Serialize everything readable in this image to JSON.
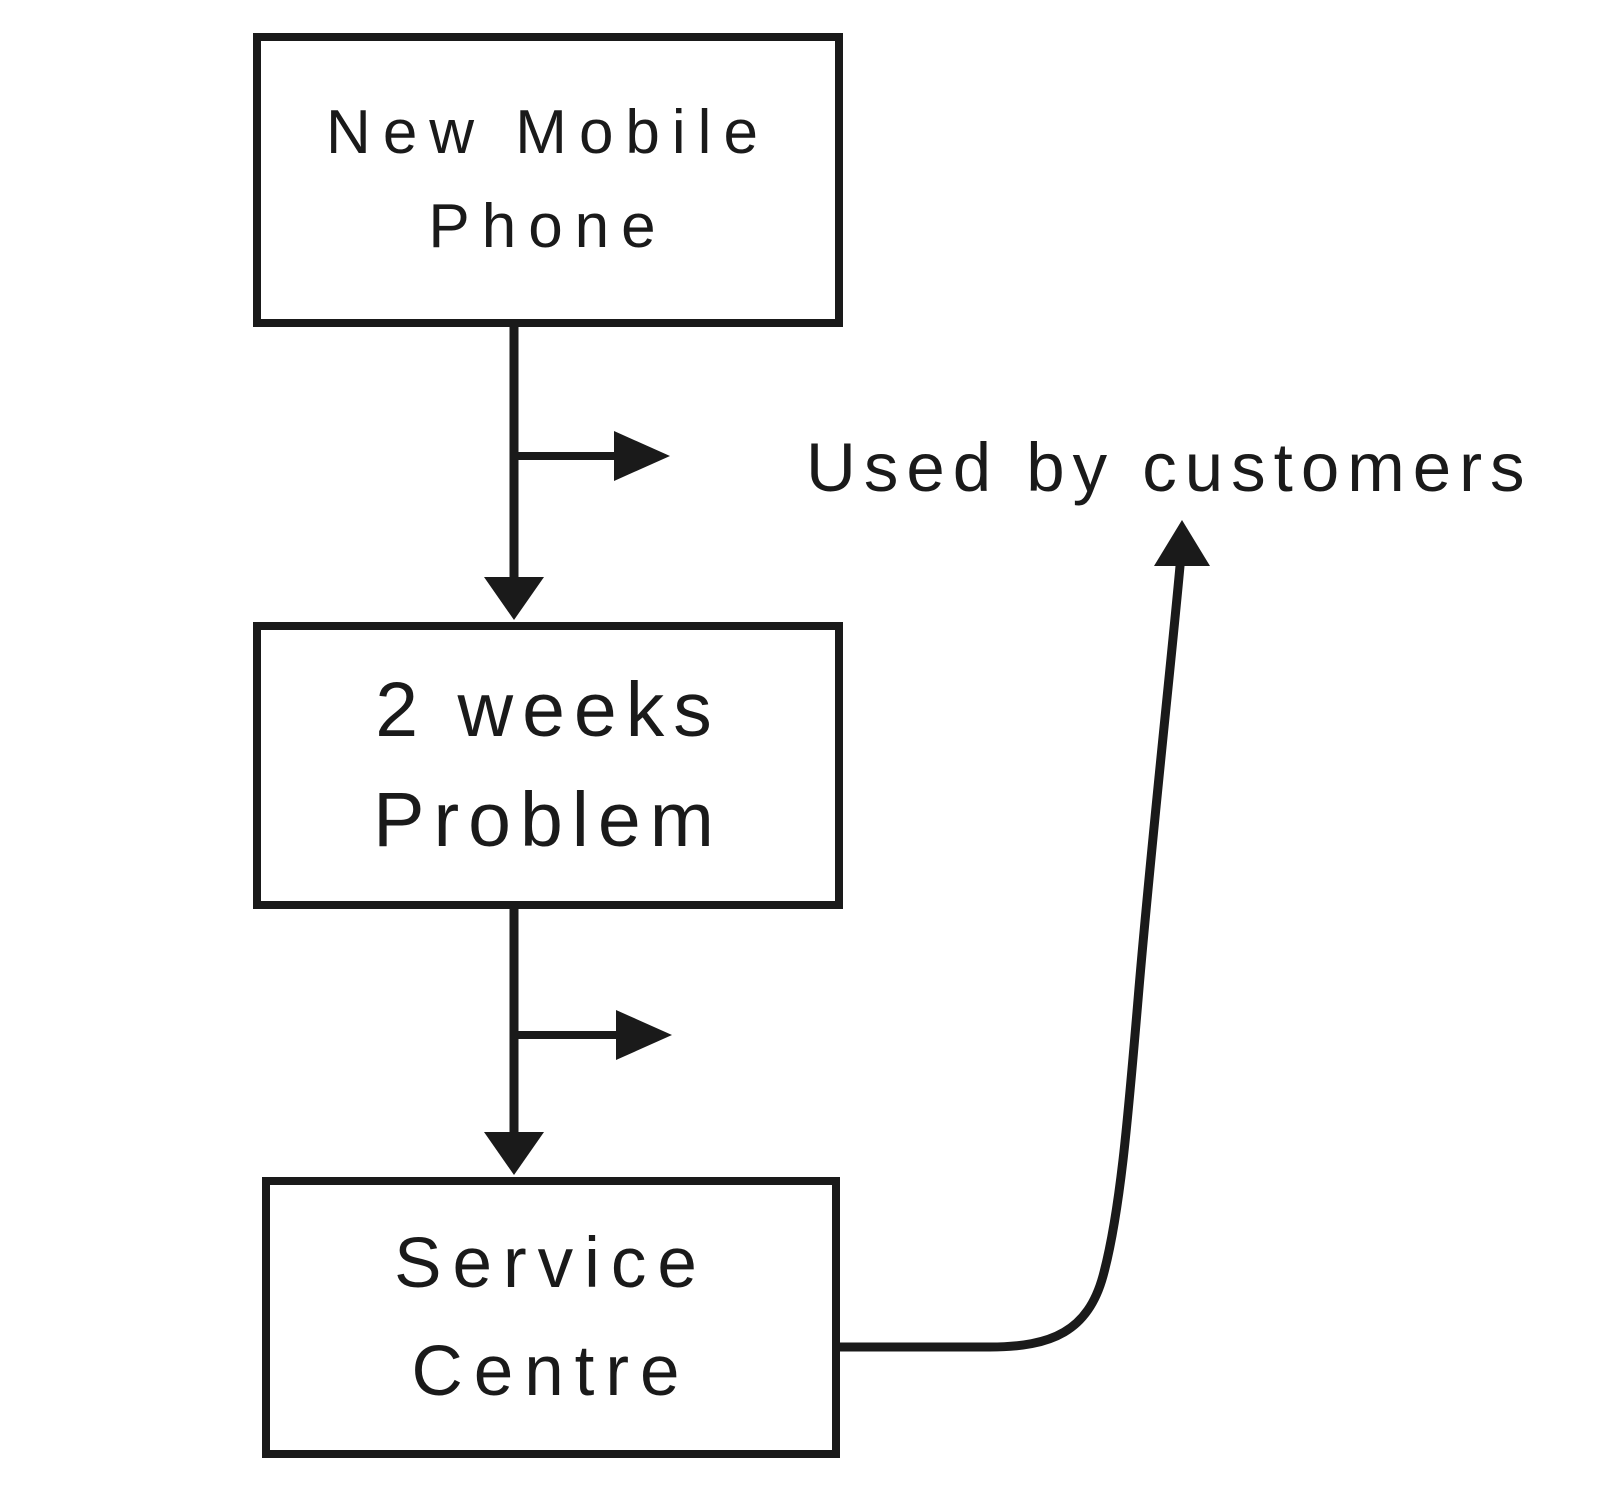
{
  "diagram": {
    "colors": {
      "stroke": "#1a1a1a",
      "text": "#1a1a1a",
      "background": "#ffffff"
    },
    "nodes": [
      {
        "id": "new-mobile-phone",
        "label": "New Mobile\nPhone"
      },
      {
        "id": "two-weeks-problem",
        "label": "2 weeks\nProblem"
      },
      {
        "id": "service-centre",
        "label": "Service\nCentre"
      }
    ],
    "annotation": {
      "label": "Used by customers"
    },
    "connections": [
      {
        "from": "new-mobile-phone",
        "to": "two-weeks-problem",
        "style": "down-arrow-with-right-branch"
      },
      {
        "from": "two-weeks-problem",
        "to": "service-centre",
        "style": "down-arrow-with-right-branch"
      },
      {
        "from": "service-centre",
        "to": "used-by-customers",
        "style": "curved-up-arrow"
      }
    ]
  }
}
